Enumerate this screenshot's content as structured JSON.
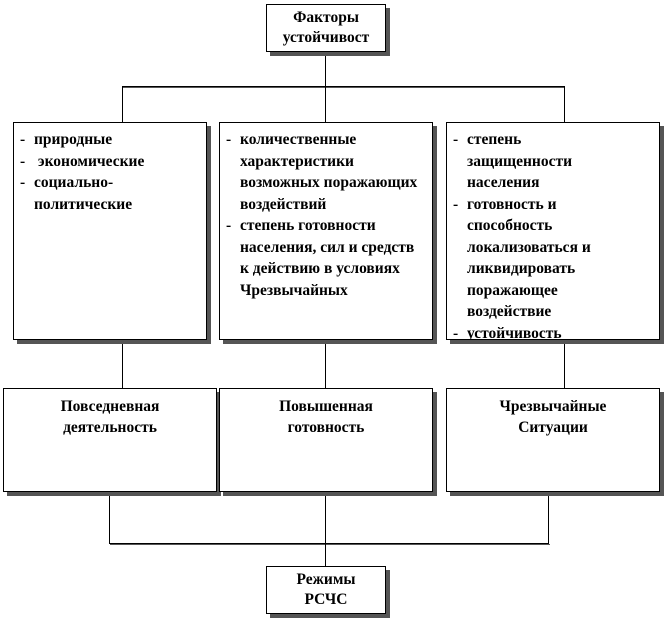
{
  "top": {
    "line1": "Факторы",
    "line2": "устойчивост"
  },
  "factors": [
    {
      "items": [
        "природные",
        " экономические",
        "социально-политические"
      ]
    },
    {
      "items": [
        "количественные характеристики возможных поражающих воздействий",
        "степень готовности населения, сил и средств к действию в условиях Чрезвычайных"
      ]
    },
    {
      "items": [
        "степень защищенности населения",
        "готовность и способность локализоваться и ликвидировать поражающее воздействие",
        "устойчивость"
      ]
    }
  ],
  "modes": [
    {
      "line1": "Повседневная",
      "line2": "деятельность"
    },
    {
      "line1": "Повышенная",
      "line2": "готовность"
    },
    {
      "line1": "Чрезвычайные",
      "line2": "Ситуации"
    }
  ],
  "bottom": {
    "line1": "Режимы",
    "line2": "РСЧС"
  }
}
